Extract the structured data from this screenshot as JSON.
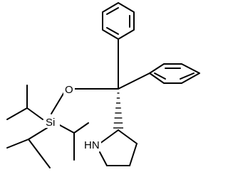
{
  "molecule": {
    "atoms": {
      "oxygen": "O",
      "silicon": "Si",
      "nitrogen_hydrogen": "HN"
    }
  }
}
